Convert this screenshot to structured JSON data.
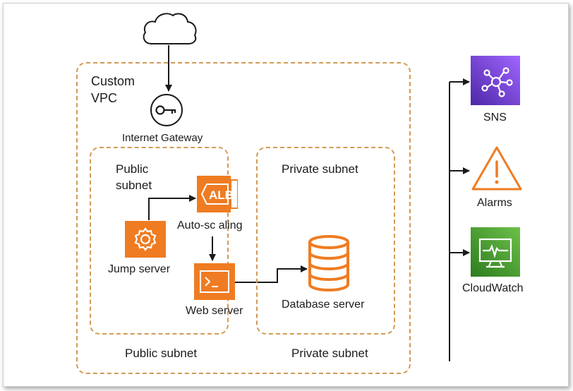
{
  "vpc": {
    "label_line1": "Custom",
    "label_line2": "VPC"
  },
  "gateway": {
    "label": "Internet Gateway"
  },
  "public_subnet": {
    "title_line1": "Public",
    "title_line2": "subnet",
    "footer": "Public subnet"
  },
  "private_subnet": {
    "title": "Private subnet",
    "footer": "Private subnet"
  },
  "nodes": {
    "alb": {
      "icon_text": "ALB",
      "label": "Auto-sc aling"
    },
    "jump": {
      "label": "Jump server"
    },
    "web": {
      "label": "Web server"
    },
    "db": {
      "label": "Database server"
    }
  },
  "services": {
    "sns": {
      "label": "SNS"
    },
    "alarms": {
      "label": "Alarms"
    },
    "cloudwatch": {
      "label": "CloudWatch"
    }
  },
  "colors": {
    "orange": "#ef7c22",
    "dashed_border": "#d39a55",
    "sns_purple": "#8c4fff",
    "cloudwatch_green": "#4aa335"
  }
}
